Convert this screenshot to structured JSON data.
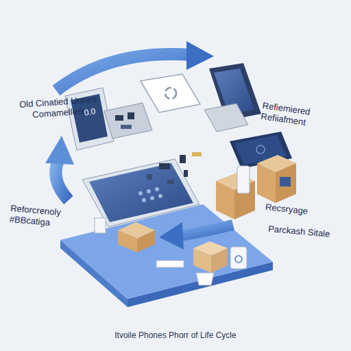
{
  "diagram": {
    "caption": "Itvoile Phones Phorr of Life Cycle",
    "labels": [
      "Old Cinatied Unnes Comamellers",
      "Refiemiered Refiiafment",
      "0.0",
      "Reforcrenoly #BBcatiga",
      "Recsryage",
      "Parckash Sitale"
    ]
  }
}
